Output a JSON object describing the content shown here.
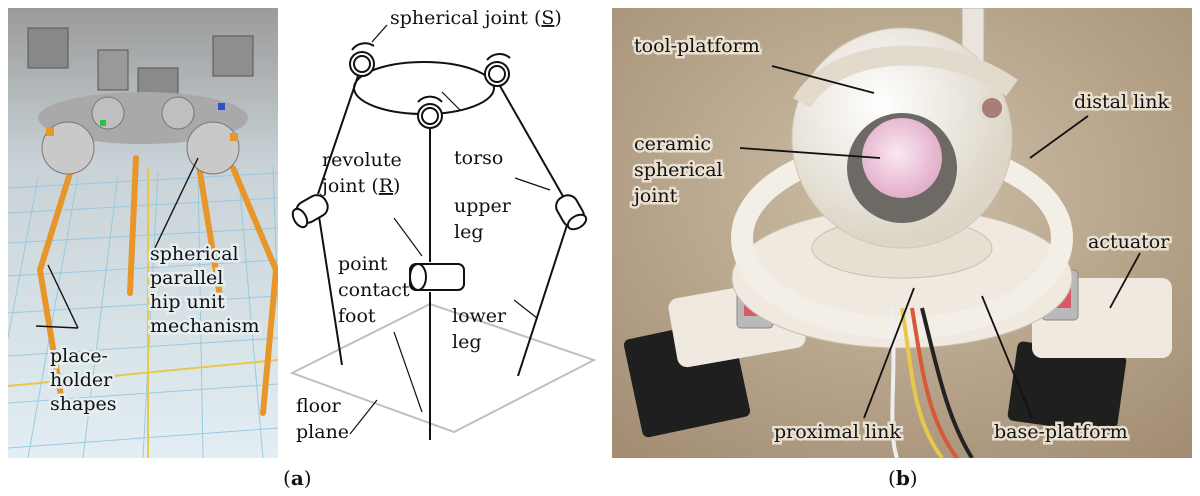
{
  "panel_a": {
    "caption_open": "(",
    "caption_letter": "a",
    "caption_close": ")",
    "render_labels": {
      "hip_line1": "spherical",
      "hip_line2": "parallel",
      "hip_line3": "hip unit",
      "hip_line4": "mechanism",
      "ph_line1": "place-",
      "ph_line2": "holder",
      "ph_line3": "shapes"
    },
    "schematic_labels": {
      "spherical_joint": "spherical joint (",
      "spherical_joint_letter": "S",
      "spherical_joint_close": ")",
      "torso": "torso",
      "revolute1": "revolute",
      "revolute2": "joint (",
      "revolute_letter": "R",
      "revolute_close": ")",
      "upper1": "upper",
      "upper2": "leg",
      "point1": "point",
      "point2": "contact",
      "point3": "foot",
      "lower1": "lower",
      "lower2": "leg",
      "floor1": "floor",
      "floor2": "plane"
    }
  },
  "panel_b": {
    "caption_open": "(",
    "caption_letter": "b",
    "caption_close": ")",
    "labels": {
      "tool_platform": "tool-platform",
      "distal_link": "distal link",
      "ceramic1": "ceramic",
      "ceramic2": "spherical",
      "ceramic3": "joint",
      "actuator": "actuator",
      "proximal_link": "proximal link",
      "base_platform": "base-platform"
    }
  },
  "colors": {
    "leg_orange": "#e8952a",
    "grid_blue": "#8fc6df",
    "grid_yellow": "#e8c84a",
    "photo_bg": "#b9a68d",
    "plastic_white": "#f1ece2",
    "ceramic_pink": "#e9b9d3",
    "motor_black": "#1f1f1f"
  }
}
